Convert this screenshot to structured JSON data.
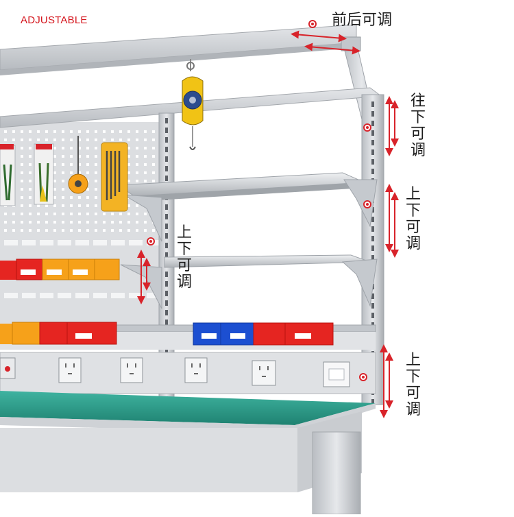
{
  "header": {
    "tag": "ADJUSTABLE"
  },
  "colors": {
    "tag": "#d4141c",
    "arrow": "#d8232a",
    "frame": "#c9ccd0",
    "frame_dark": "#9ea3a9",
    "pegboard": "#d7d9dc",
    "bench_top": "#2d9b8a",
    "bin_red": "#e52521",
    "bin_orange": "#f6a11a",
    "bin_blue": "#1c4fd1"
  },
  "annotations": {
    "depth": "前后可调",
    "shelf_upper": "往下可调",
    "shelf_middle": "上下可调",
    "shelf_left": "上下可调",
    "shelf_lower": "上下可调"
  },
  "icons": [
    "balancer-icon",
    "pliers-icon",
    "tape-measure-icon",
    "hex-key-set-icon",
    "socket-icon",
    "switch-icon",
    "arrow-icon",
    "adjust-dot-icon"
  ]
}
